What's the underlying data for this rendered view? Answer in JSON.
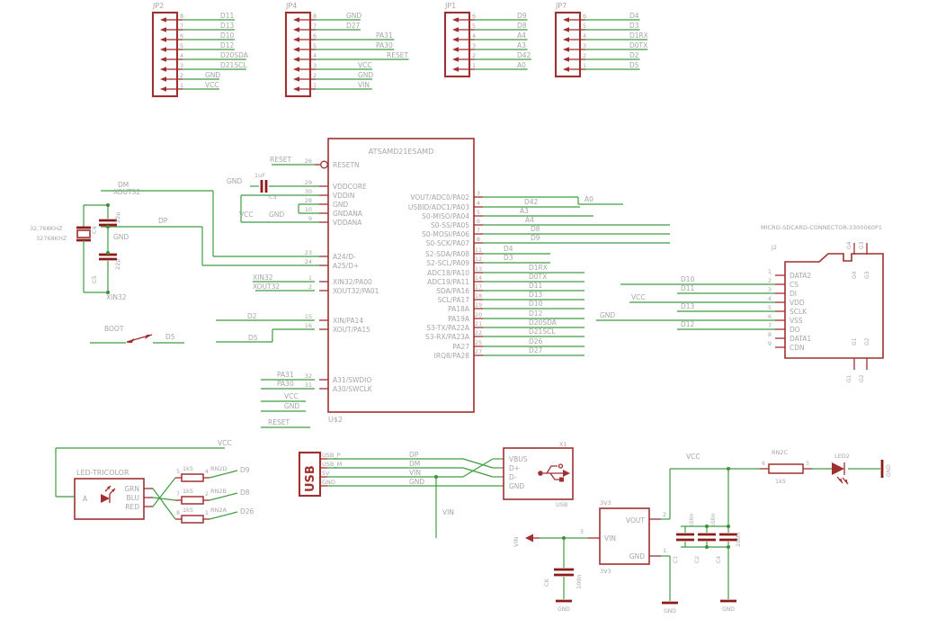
{
  "schematic": {
    "connectors": [
      {
        "name": "JP2",
        "pins": [
          {
            "n": "8",
            "net": "D11"
          },
          {
            "n": "7",
            "net": "D13"
          },
          {
            "n": "6",
            "net": "D10"
          },
          {
            "n": "5",
            "net": "D12"
          },
          {
            "n": "4",
            "net": "D20SDA"
          },
          {
            "n": "3",
            "net": "D21SCL"
          },
          {
            "n": "2",
            "net": "GND"
          },
          {
            "n": "1",
            "net": "VCC"
          }
        ]
      },
      {
        "name": "JP4",
        "pins": [
          {
            "n": "8",
            "net": "GND"
          },
          {
            "n": "7",
            "net": "D27"
          },
          {
            "n": "6",
            "net": "PA31"
          },
          {
            "n": "5",
            "net": "PA30"
          },
          {
            "n": "4",
            "net": "RESET"
          },
          {
            "n": "3",
            "net": "VCC"
          },
          {
            "n": "2",
            "net": "GND"
          },
          {
            "n": "1",
            "net": "VIN"
          }
        ]
      },
      {
        "name": "JP1",
        "pins": [
          {
            "n": "6",
            "net": "D9"
          },
          {
            "n": "5",
            "net": "D8"
          },
          {
            "n": "4",
            "net": "A4"
          },
          {
            "n": "3",
            "net": "A3"
          },
          {
            "n": "2",
            "net": "D42"
          },
          {
            "n": "1",
            "net": "A0"
          }
        ]
      },
      {
        "name": "JP7",
        "pins": [
          {
            "n": "6",
            "net": "D4"
          },
          {
            "n": "5",
            "net": "D3"
          },
          {
            "n": "4",
            "net": "D1RX"
          },
          {
            "n": "3",
            "net": "D0TX"
          },
          {
            "n": "2",
            "net": "D2"
          },
          {
            "n": "1",
            "net": "D5"
          }
        ]
      }
    ],
    "ic": {
      "title": "ATSAMD21ESAMD",
      "designator": "U$2",
      "left_pins": [
        {
          "n": "26",
          "name": "RESETN"
        },
        {
          "n": "29",
          "name": "VDDCORE"
        },
        {
          "n": "30",
          "name": "VDDIN"
        },
        {
          "n": "28",
          "name": "GND"
        },
        {
          "n": "10",
          "name": "GNDANA"
        },
        {
          "n": "9",
          "name": "VDDANA"
        },
        {
          "n": "23",
          "name": "A24/D-"
        },
        {
          "n": "24",
          "name": "A25/D+"
        },
        {
          "n": "1",
          "name": "XIN32/PA00"
        },
        {
          "n": "2",
          "name": "XOUT32/PA01"
        },
        {
          "n": "15",
          "name": "XIN/PA14"
        },
        {
          "n": "16",
          "name": "XOUT/PA15"
        },
        {
          "n": "32",
          "name": "A31/SWDIO"
        },
        {
          "n": "31",
          "name": "A30/SWCLK"
        }
      ],
      "right_pins": [
        {
          "n": "3",
          "name": "VOUT/ADC0/PA02",
          "net": "A0"
        },
        {
          "n": "4",
          "name": "USBID/ADC1/PA03",
          "net": "D42"
        },
        {
          "n": "5",
          "name": "S0-MISO/PA04",
          "net": "A3"
        },
        {
          "n": "6",
          "name": "S0-SS/PA05",
          "net": "A4"
        },
        {
          "n": "7",
          "name": "S0-MOSI/PA06",
          "net": "D8"
        },
        {
          "n": "8",
          "name": "S0-SCK/PA07",
          "net": "D9"
        },
        {
          "n": "11",
          "name": "S2-SDA/PA08",
          "net": "D4"
        },
        {
          "n": "12",
          "name": "S2-SCL/PA09",
          "net": "D3"
        },
        {
          "n": "13",
          "name": "ADC18/PA10",
          "net": "D1RX"
        },
        {
          "n": "14",
          "name": "ADC19/PA11",
          "net": "D0TX"
        },
        {
          "n": "17",
          "name": "SDA/PA16",
          "net": "D11"
        },
        {
          "n": "18",
          "name": "SCL/PA17",
          "net": "D13"
        },
        {
          "n": "19",
          "name": "PA18A",
          "net": "D10"
        },
        {
          "n": "20",
          "name": "PA19A",
          "net": "D12"
        },
        {
          "n": "21",
          "name": "S3-TX/PA22A",
          "net": "D20SDA"
        },
        {
          "n": "22",
          "name": "S3-RX/PA23A",
          "net": "D21SCL"
        },
        {
          "n": "25",
          "name": "PA27",
          "net": "D26"
        },
        {
          "n": "27",
          "name": "IRQ8/PA28",
          "net": "D27"
        }
      ]
    },
    "ic_area": {
      "reset_net": "RESET",
      "cap_gnd": "GND",
      "cap_value": "1uF",
      "cap_name": "C3",
      "vcc": "VCC",
      "gnd": "GND",
      "xin32": "XIN32",
      "xout32": "XOUT32",
      "d2": "D2",
      "d5": "D5",
      "pa31": "PA31",
      "pa30": "PA30",
      "vcc_stub": "VCC",
      "gnd_stub": "GND",
      "reset_stub": "RESET",
      "dm": "DM",
      "dp": "DP"
    },
    "crystal": {
      "value": "32,768KHZ",
      "name": "32768KHZ",
      "top_net": "XOUT32",
      "mid_net": "GND",
      "bottom_net": "XIN32",
      "cap_top": {
        "name": "C4",
        "value": "22p"
      },
      "cap_bottom": {
        "name": "C5",
        "value": "22p"
      }
    },
    "boot": {
      "label": "BOOT",
      "net": "D5"
    },
    "sdcard": {
      "title": "MICRO-SDCARD-CONNECTOR-3300060P1",
      "designator": "J2",
      "pins": [
        {
          "n": "1",
          "name": "DATA2",
          "net": ""
        },
        {
          "n": "2",
          "name": "CS",
          "net": "D10"
        },
        {
          "n": "3",
          "name": "DI",
          "net": "D11"
        },
        {
          "n": "4",
          "name": "VDD",
          "net": "VCC"
        },
        {
          "n": "5",
          "name": "SCLK",
          "net": "D13"
        },
        {
          "n": "6",
          "name": "VSS",
          "net": "GND"
        },
        {
          "n": "7",
          "name": "DO",
          "net": "D12"
        },
        {
          "n": "8",
          "name": "DATA1",
          "net": ""
        },
        {
          "n": "9",
          "name": "CDN",
          "net": ""
        }
      ],
      "mount_top": [
        "G4",
        "G3"
      ],
      "mount_bottom": [
        "G1",
        "G2"
      ]
    },
    "led_rgb": {
      "title": "LED-TRICOLOR",
      "anode_label": "A",
      "pin_labels": [
        "GRN",
        "BLU",
        "RED"
      ],
      "vcc_net": "VCC",
      "resistors": [
        {
          "name": "RN2D",
          "value": "1k5",
          "pin_left": "5",
          "pin_right": "4",
          "net": "D9"
        },
        {
          "name": "RN2B",
          "value": "1k5",
          "pin_left": "7",
          "pin_right": "2",
          "net": "D8"
        },
        {
          "name": "RN2A",
          "value": "1k5",
          "pin_left": "8",
          "pin_right": "1",
          "net": "D26"
        }
      ]
    },
    "usb": {
      "breakout_label": "USB",
      "breakout_pins": [
        "USB_P",
        "USB_M",
        "5V",
        "GND"
      ],
      "mid_nets": [
        "DP",
        "DM",
        "VIN",
        "GND"
      ],
      "vin_label": "VIN",
      "connector": {
        "designator": "X1",
        "label": "USB",
        "pins": [
          "VBUS",
          "D+",
          "D-",
          "GND"
        ]
      }
    },
    "power": {
      "vcc_net": "VCC",
      "regulator": {
        "name": "3V3",
        "value": "3V3",
        "vout_pin": {
          "n": "2",
          "name": "VOUT"
        },
        "vin_pin": {
          "n": "3",
          "name": "VIN"
        },
        "gnd_pin": {
          "n": "1",
          "name": "GND"
        }
      },
      "vin_flag": "VIN",
      "c6": {
        "name": "C6",
        "value": "100n"
      },
      "gnd_under_c6": "GND",
      "gnd_under_reg": "GND",
      "cap_bank": {
        "caps": [
          {
            "name": "C1",
            "value": "100n"
          },
          {
            "name": "C2",
            "value": "100n"
          },
          {
            "name": "C4",
            "value": "100n"
          }
        ],
        "gnd": "GND"
      },
      "led2": {
        "resistor": {
          "name": "RN2C",
          "value": "1k5",
          "pin_left": "6",
          "pin_right": "3"
        },
        "led_name": "LED2",
        "gnd_flag": "GND"
      }
    }
  }
}
